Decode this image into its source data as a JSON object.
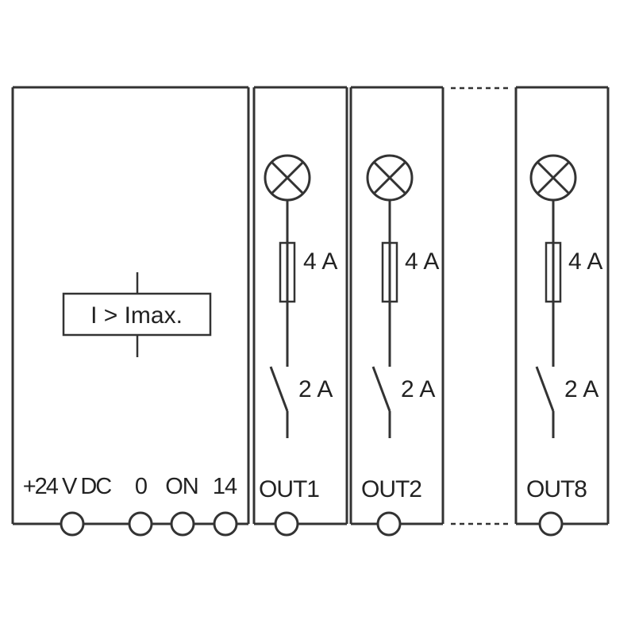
{
  "colors": {
    "stroke": "#333333",
    "text": "#222222",
    "background": "#ffffff"
  },
  "supply": {
    "overcurrent_label": "I > Imax.",
    "terminals": [
      "+24 V DC",
      "0",
      "ON",
      "14"
    ]
  },
  "channels": [
    {
      "fuse_rating": "4 A",
      "switch_rating": "2 A",
      "output_label": "OUT1",
      "lamp_icon": "lamp-icon"
    },
    {
      "fuse_rating": "4 A",
      "switch_rating": "2 A",
      "output_label": "OUT2",
      "lamp_icon": "lamp-icon"
    },
    {
      "fuse_rating": "4 A",
      "switch_rating": "2 A",
      "output_label": "OUT8",
      "lamp_icon": "lamp-icon"
    }
  ]
}
